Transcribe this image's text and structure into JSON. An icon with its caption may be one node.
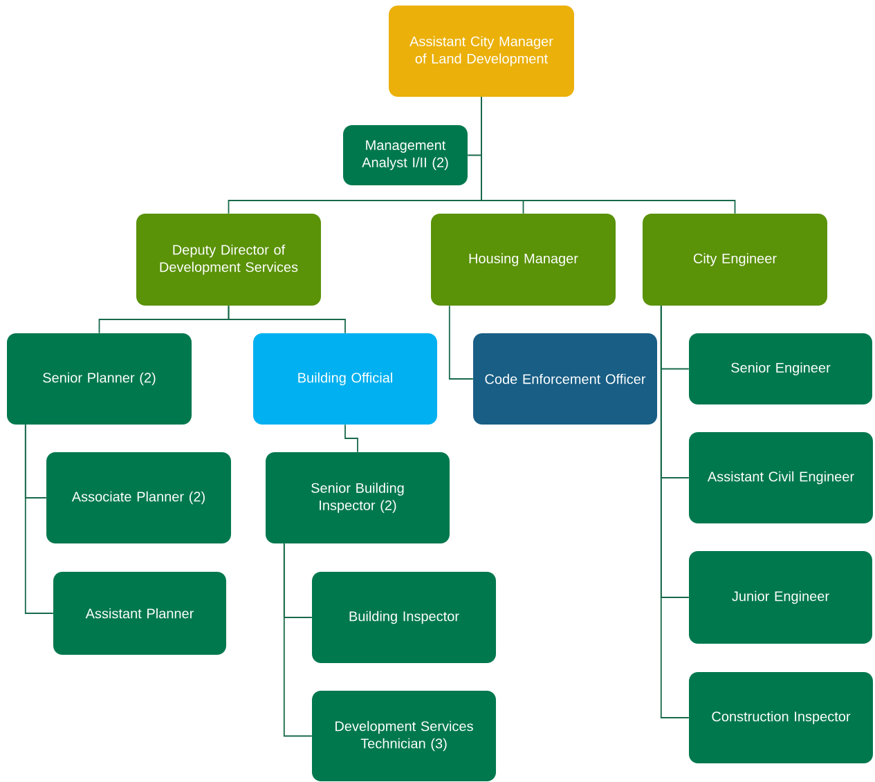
{
  "diagram": {
    "nodes": [
      {
        "text": [
          "Assistant City Manager of Land Development"
        ]
      },
      {
        "text": [
          "Management Analyst I/II (2)"
        ]
      },
      {
        "text": [
          "Deputy Director of Development Services"
        ]
      },
      {
        "text": [
          "Housing Manager"
        ]
      },
      {
        "text": [
          "City Engineer"
        ]
      },
      {
        "text": [
          "Senior Planner (2)"
        ]
      },
      {
        "text": [
          "Building Official"
        ]
      },
      {
        "text": [
          "Code Enforcement Officer"
        ]
      },
      {
        "text": [
          "Senior Engineer"
        ]
      },
      {
        "text": [
          "Associate Planner (2)"
        ]
      },
      {
        "text": [
          "Senior Building Inspector (2)"
        ]
      },
      {
        "text": [
          "Assistant Civil Engineer"
        ]
      },
      {
        "text": [
          "Assistant Planner"
        ]
      },
      {
        "text": [
          "Building Inspector"
        ]
      },
      {
        "text": [
          "Junior Engineer"
        ]
      },
      {
        "text": [
          "Development Services Technician (3)"
        ]
      },
      {
        "text": [
          "Construction Inspector"
        ]
      }
    ],
    "edges": [
      {
        "from": 0,
        "to": 1,
        "arrow": "none"
      },
      {
        "from": 0,
        "to": 2,
        "arrow": "none"
      },
      {
        "from": 0,
        "to": 3,
        "arrow": "none"
      },
      {
        "from": 0,
        "to": 4,
        "arrow": "none"
      },
      {
        "from": 2,
        "to": 5,
        "arrow": "none"
      },
      {
        "from": 2,
        "to": 6,
        "arrow": "none"
      },
      {
        "from": 3,
        "to": 7,
        "arrow": "none"
      },
      {
        "from": 4,
        "to": 8,
        "arrow": "none"
      },
      {
        "from": 4,
        "to": 11,
        "arrow": "none"
      },
      {
        "from": 4,
        "to": 14,
        "arrow": "none"
      },
      {
        "from": 4,
        "to": 16,
        "arrow": "none"
      },
      {
        "from": 5,
        "to": 9,
        "arrow": "none"
      },
      {
        "from": 5,
        "to": 12,
        "arrow": "none"
      },
      {
        "from": 6,
        "to": 10,
        "arrow": "none"
      },
      {
        "from": 10,
        "to": 13,
        "arrow": "none"
      },
      {
        "from": 10,
        "to": 15,
        "arrow": "none"
      }
    ]
  }
}
